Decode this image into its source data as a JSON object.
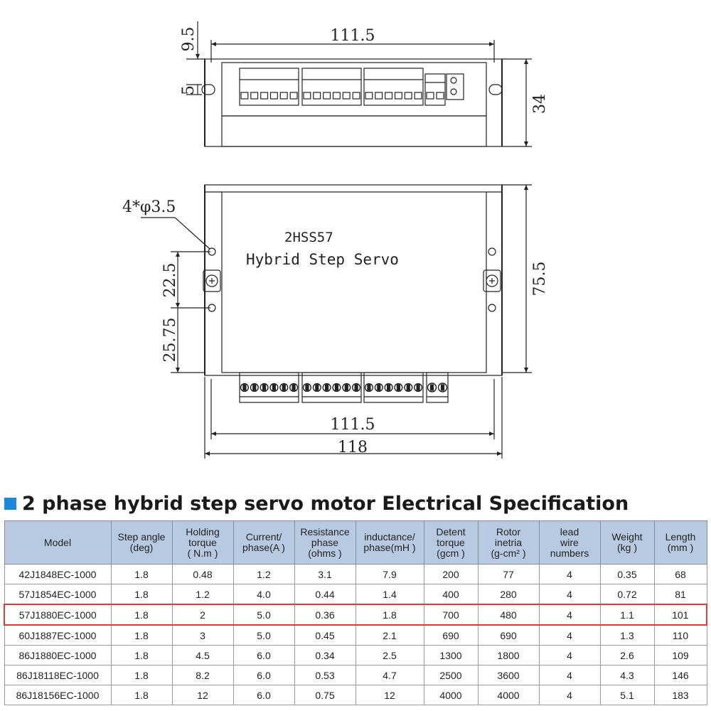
{
  "drawing": {
    "top_view": {
      "width_label": "111.5",
      "top_offset_label": "9.5",
      "slot_label": "5",
      "height_label": "34"
    },
    "front_view": {
      "model_label": "2HSS57",
      "product_label": "Hybrid Step Servo",
      "hole_label": "4*φ3.5",
      "hole_spacing_label": "22.5",
      "lower_offset_label": "25.75",
      "height_label": "75.5",
      "inner_width_label": "111.5",
      "outer_width_label": "118"
    }
  },
  "spec": {
    "title": "2 phase hybrid step servo motor Electrical Specification",
    "accent_color": "#1a8ad8",
    "header_color": "#b8c9e2",
    "highlight_color": "#e0393c",
    "columns": [
      [
        "Model"
      ],
      [
        "Step angle",
        "(deg)"
      ],
      [
        "Holding",
        "torque",
        "( N.m )"
      ],
      [
        "Current/",
        "phase(A )"
      ],
      [
        "Resistance",
        "phase",
        "(ohms )"
      ],
      [
        "inductance/",
        "phase(mH )"
      ],
      [
        "Detent",
        "torque",
        "(gcm )"
      ],
      [
        "Rotor",
        "inetria",
        "(g-cm² )"
      ],
      [
        "lead",
        "wire",
        "numbers"
      ],
      [
        "Weight",
        "(kg )"
      ],
      [
        "Length",
        "(mm )"
      ]
    ],
    "highlighted_row": 2,
    "rows": [
      [
        "42J1848EC-1000",
        "1.8",
        "0.48",
        "1.2",
        "3.1",
        "7.9",
        "200",
        "77",
        "4",
        "0.35",
        "68"
      ],
      [
        "57J1854EC-1000",
        "1.8",
        "1.2",
        "4.0",
        "0.44",
        "1.4",
        "400",
        "280",
        "4",
        "0.72",
        "81"
      ],
      [
        "57J1880EC-1000",
        "1.8",
        "2",
        "5.0",
        "0.36",
        "1.8",
        "700",
        "480",
        "4",
        "1.1",
        "101"
      ],
      [
        "60J1887EC-1000",
        "1.8",
        "3",
        "5.0",
        "0.45",
        "2.1",
        "690",
        "690",
        "4",
        "1.3",
        "110"
      ],
      [
        "86J1880EC-1000",
        "1.8",
        "4.5",
        "6.0",
        "0.34",
        "2.5",
        "1300",
        "1800",
        "4",
        "2.6",
        "109"
      ],
      [
        "86J18118EC-1000",
        "1.8",
        "8.2",
        "6.0",
        "0.53",
        "4.7",
        "2500",
        "3600",
        "4",
        "4.3",
        "146"
      ],
      [
        "86J18156EC-1000",
        "1.8",
        "12",
        "6.0",
        "0.75",
        "12",
        "4000",
        "4000",
        "4",
        "5.1",
        "183"
      ]
    ]
  }
}
